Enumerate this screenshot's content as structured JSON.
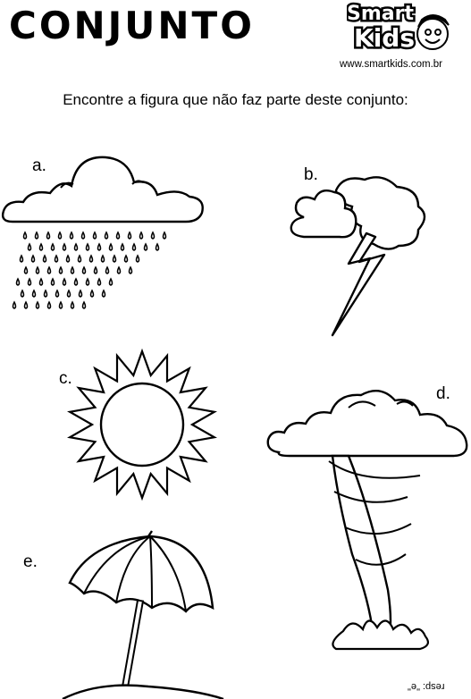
{
  "header": {
    "title": "CONJUNTO",
    "logo_top": "Smart",
    "logo_bottom": "Kids",
    "website": "www.smartkids.com.br"
  },
  "instruction": "Encontre a figura que não faz parte deste conjunto:",
  "figures": [
    {
      "label": "a.",
      "icon": "rain-cloud-icon"
    },
    {
      "label": "b.",
      "icon": "lightning-cloud-icon"
    },
    {
      "label": "c.",
      "icon": "sun-icon"
    },
    {
      "label": "d.",
      "icon": "tornado-icon"
    },
    {
      "label": "e.",
      "icon": "beach-umbrella-icon"
    }
  ],
  "answer": "resp: \"e\""
}
